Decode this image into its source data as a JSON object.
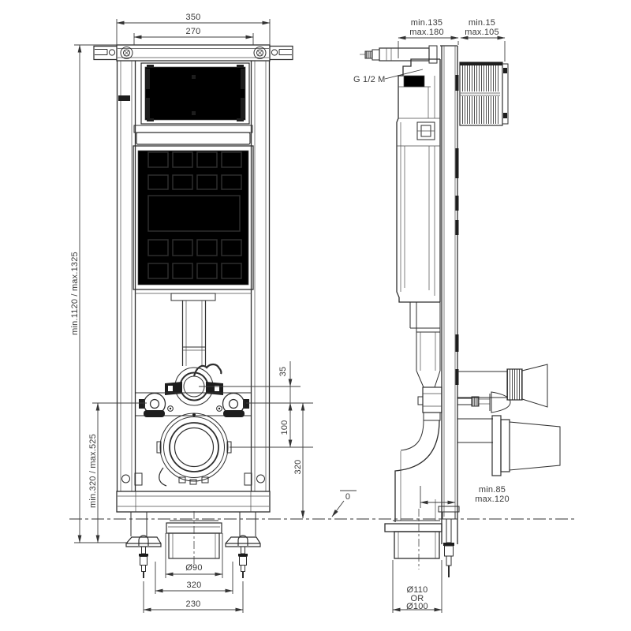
{
  "drawing": {
    "front": {
      "width_overall": "350",
      "width_inner": "270",
      "height_range": "min.1120 / max.1325",
      "lower_range": "min.320 / max.525",
      "flush_pipe_offset": "35",
      "fixing_to_outlet": "100",
      "outlet_height": "320",
      "drain_diameter": "Ø90",
      "span_inner": "320",
      "span_outer": "230"
    },
    "side": {
      "depth_min": "min.135",
      "depth_max": "max.180",
      "wall_gap_min": "min.15",
      "wall_gap_max": "max.105",
      "water_inlet": "G 1/2 M",
      "outlet_proj_min": "min.85",
      "outlet_proj_max": "max.120",
      "pipe_dia_a": "Ø110",
      "pipe_dia_or": "OR",
      "pipe_dia_b": "Ø100"
    },
    "floor_datum": "0"
  }
}
